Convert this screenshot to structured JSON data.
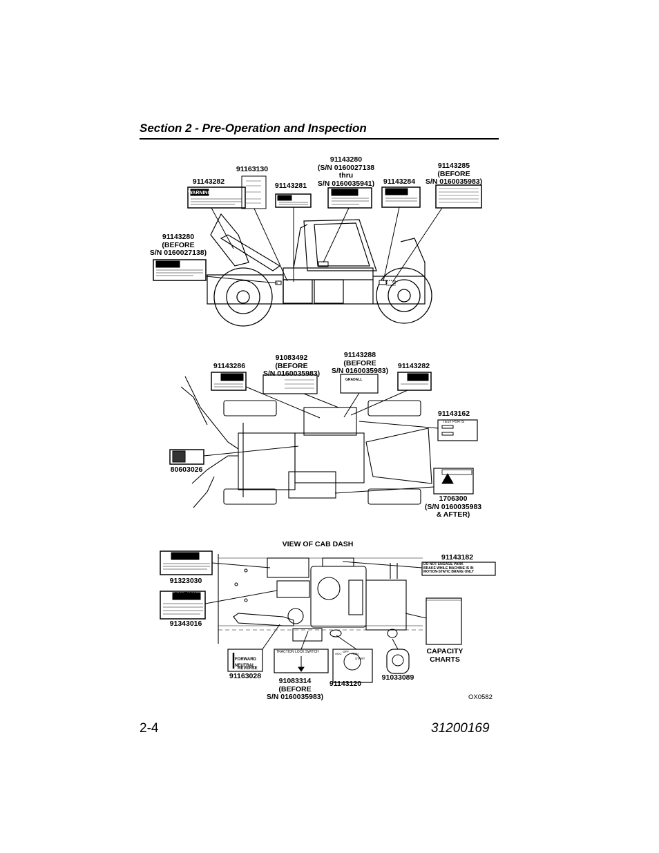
{
  "header": {
    "title": "Section 2 - Pre-Operation and Inspection"
  },
  "footer": {
    "page_number": "2-4",
    "doc_number": "31200169"
  },
  "figure": {
    "drawing_id": "OX0582",
    "side_view_labels": {
      "l_91143282": "91143282",
      "l_91163130": "91163130",
      "l_91143281": "91143281",
      "l_91143280_thru": "91143280\n(S/N 0160027138\nthru\nS/N 0160035941)",
      "l_91143284": "91143284",
      "l_91143285": "91143285\n(BEFORE\nS/N 0160035983)",
      "l_91143280_before": "91143280\n(BEFORE\nS/N 0160027138)"
    },
    "top_view_labels": {
      "l_91143286": "91143286",
      "l_91083492": "91083492\n(BEFORE\nS/N 0160035983)",
      "l_91143288": "91143288\n(BEFORE\nS/N 0160035983)",
      "l_91143282b": "91143282",
      "l_91143162": "91143162",
      "l_80603026": "80603026",
      "l_1706300": "1706300\n(S/N 0160035983\n& AFTER)"
    },
    "cab_view_labels": {
      "title": "VIEW OF CAB DASH",
      "l_91143182": "91143182",
      "l_91323030": "91323030",
      "l_91343016": "91343016",
      "l_91163028": "91163028",
      "l_91083314": "91083314\n(BEFORE\nS/N 0160035983)",
      "l_91143120": "91143120",
      "l_91033089": "91033089",
      "capacity": "CAPACITY\nCHARTS"
    },
    "decal_text": {
      "warning": "WARNING",
      "caution": "CAUTION",
      "test_ports": "TEST PORTS",
      "park_brake": "DO NOT ENGAGE PARK\nBRAKE WHILE MACHINE IS IN\nMOTION-STATIC BRAKE ONLY",
      "forward": "FORWARD",
      "neutral": "NEUTRAL",
      "reverse": "REVERSE",
      "traction": "TRACTION LOCK SWITCH",
      "gradall": "GRADALL",
      "off": "OFF",
      "run": "RUN",
      "start": "START",
      "acc": "ACC"
    }
  }
}
